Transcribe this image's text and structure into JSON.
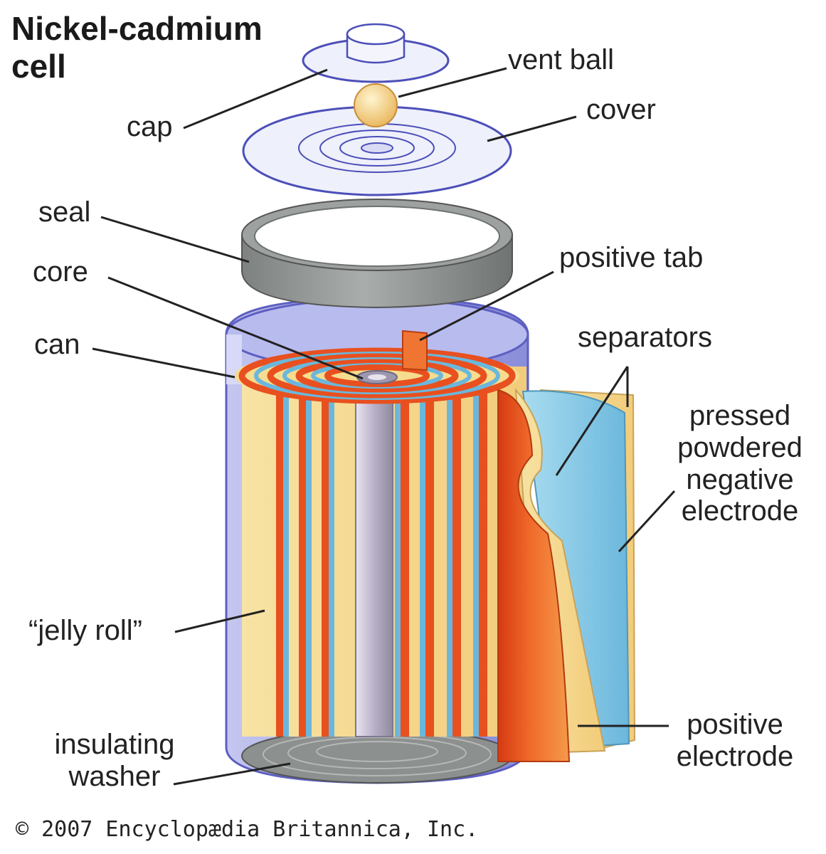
{
  "title": [
    "Nickel-cadmium",
    "cell"
  ],
  "labels": {
    "cap": "cap",
    "vent_ball": "vent ball",
    "cover": "cover",
    "seal": "seal",
    "core": "core",
    "positive_tab": "positive tab",
    "can": "can",
    "separators": "separators",
    "negative_electrode": [
      "pressed",
      "powdered",
      "negative",
      "electrode"
    ],
    "jelly_roll": "“jelly roll”",
    "insulating_washer": [
      "insulating",
      "washer"
    ],
    "positive_electrode": [
      "positive",
      "electrode"
    ]
  },
  "copyright": "© 2007 Encyclopædia Britannica, Inc.",
  "colors": {
    "can": "#9b9ee0",
    "can_outline": "#5d5fc2",
    "seal": "#8a8e8c",
    "positive_electrode": "#e8501f",
    "separator": "#f6dc8e",
    "negative_electrode": "#86cbe6",
    "leader_line": "#222222"
  }
}
